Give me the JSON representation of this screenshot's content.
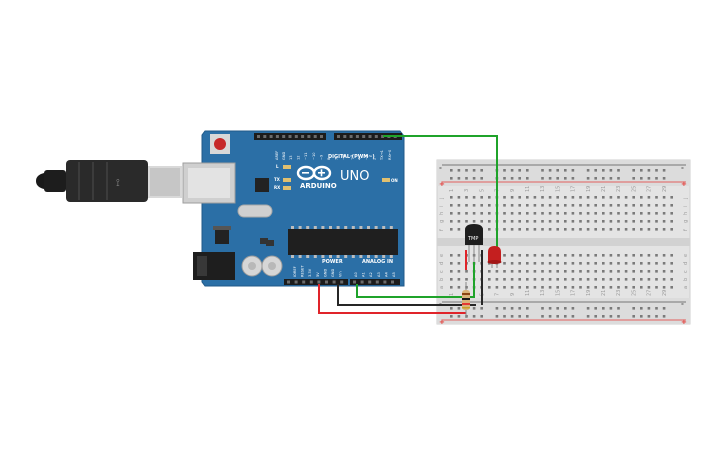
{
  "board": {
    "name": "UNO",
    "brand": "ARDUINO",
    "digital_label": "DIGITAL (PWM~)",
    "power_label": "POWER",
    "analog_label": "ANALOG IN",
    "on_label": "ON",
    "l_label": "L",
    "tx_label": "TX",
    "rx_label": "RX",
    "aref_label": "AREF",
    "gnd_top_label": "GND",
    "digital_pins": [
      "13",
      "12",
      "~11",
      "~10",
      "~9",
      "8",
      "7",
      "~6",
      "~5",
      "4",
      "~3",
      "2",
      "TX→1",
      "RX←0"
    ],
    "power_pins": [
      "IOREF",
      "RESET",
      "3.3V",
      "5V",
      "GND",
      "GND",
      "Vin"
    ],
    "analog_pins": [
      "A0",
      "A1",
      "A2",
      "A3",
      "A4",
      "A5"
    ],
    "color": "#2b6fa6"
  },
  "breadboard": {
    "row_letters": [
      "j",
      "i",
      "h",
      "g",
      "f",
      "e",
      "d",
      "c",
      "b",
      "a"
    ],
    "rail_plus": "+",
    "rail_minus": "-",
    "column_labels": [
      "1",
      "3",
      "5",
      "7",
      "9",
      "11",
      "13",
      "15",
      "17",
      "19",
      "21",
      "23",
      "25",
      "27",
      "29"
    ]
  },
  "components": {
    "sensor_label": "TMP"
  },
  "wires": {
    "green": "#1fa32a",
    "red": "#e0242a",
    "black": "#262626"
  }
}
